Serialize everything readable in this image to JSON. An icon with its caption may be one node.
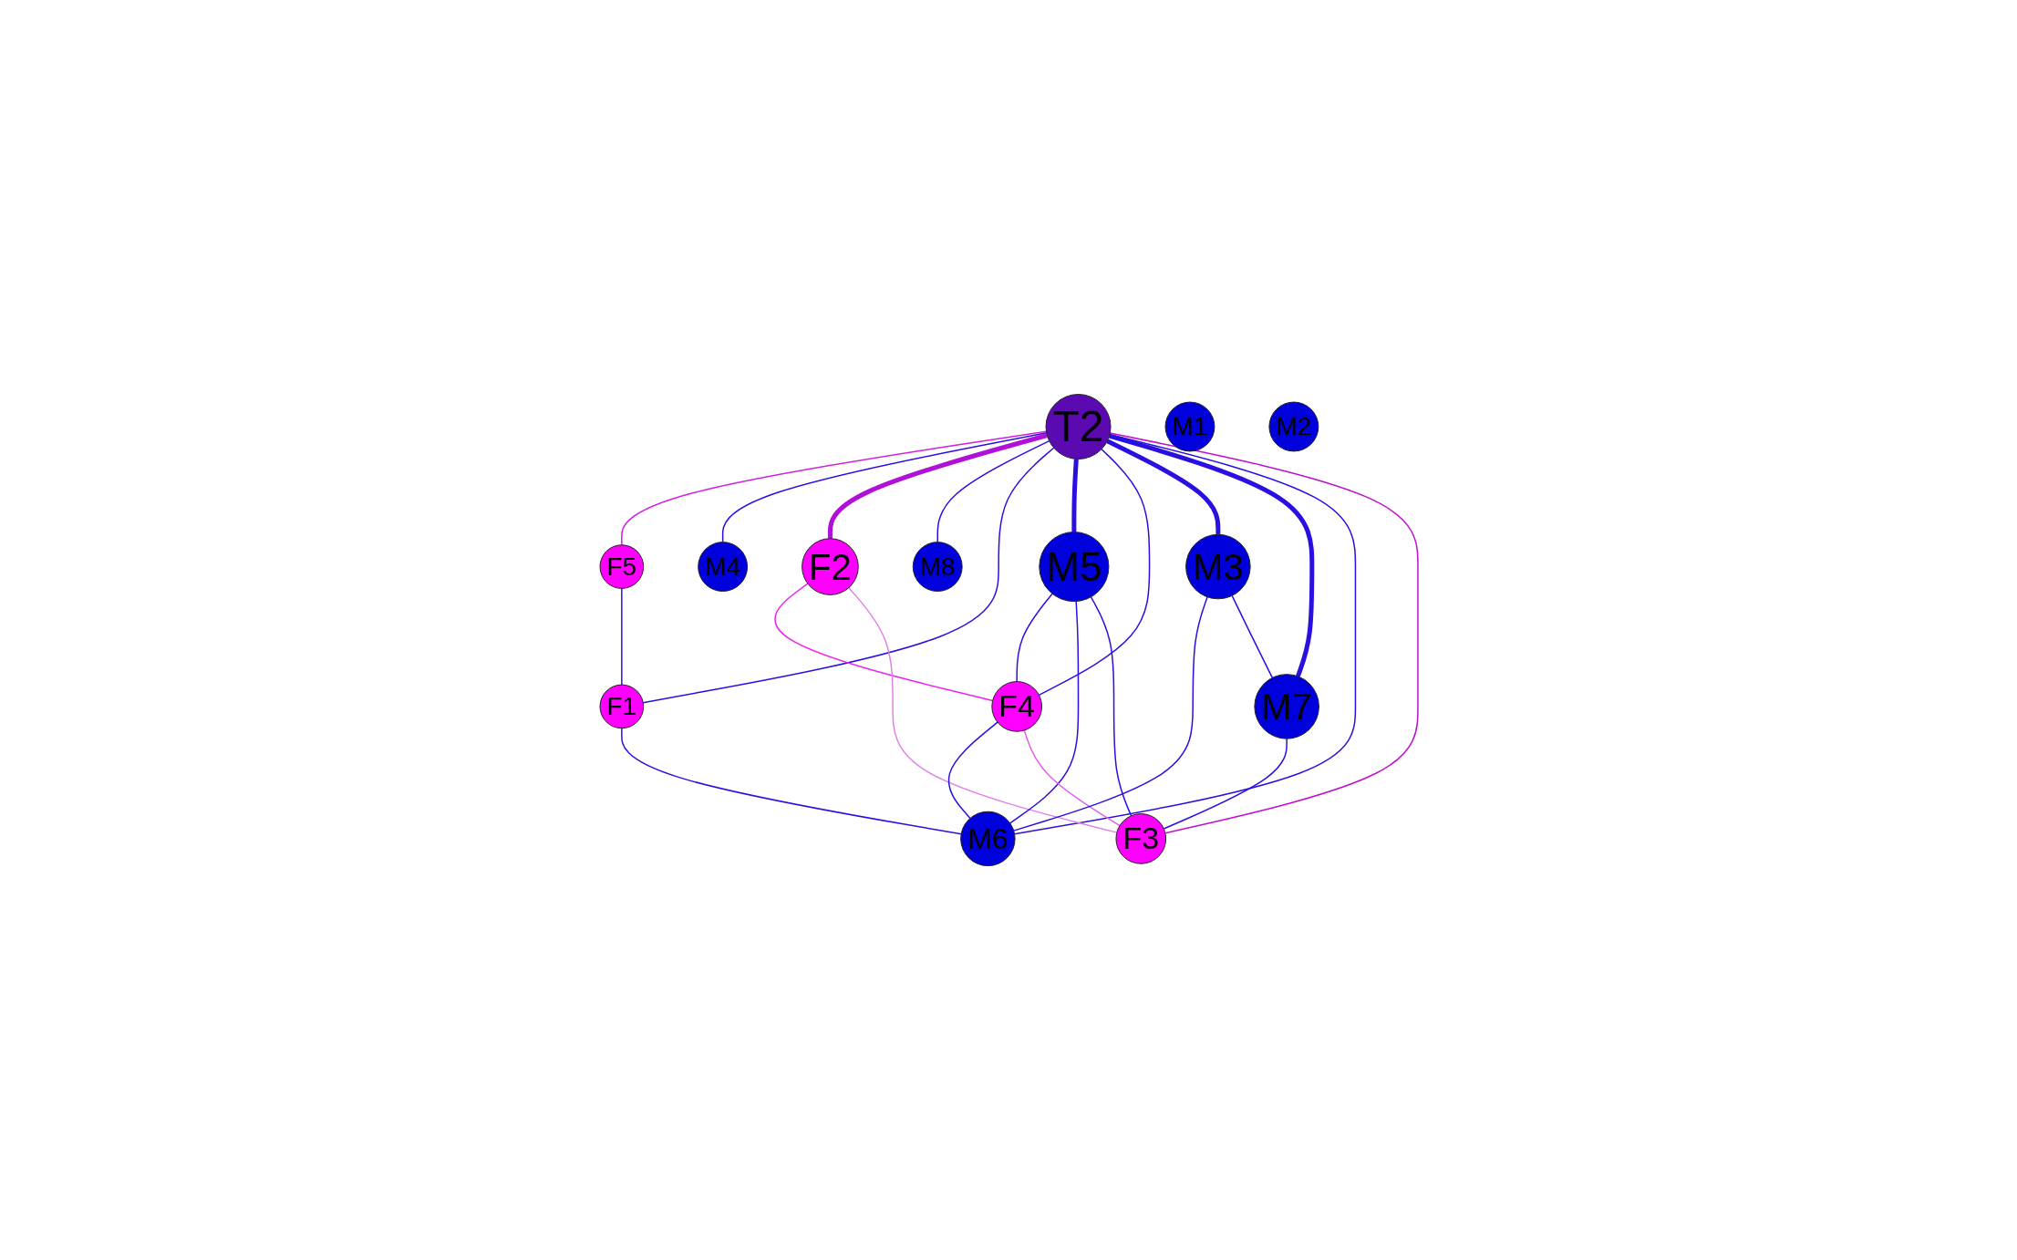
{
  "diagram": {
    "nodes": [
      {
        "text": [
          "T2"
        ]
      },
      {
        "text": [
          "F5"
        ]
      },
      {
        "text": [
          "M4"
        ]
      },
      {
        "text": [
          "F2"
        ]
      },
      {
        "text": [
          "M1"
        ]
      },
      {
        "text": [
          "F1"
        ]
      },
      {
        "text": [
          "M8"
        ]
      },
      {
        "text": [
          "M2"
        ]
      },
      {
        "text": [
          "F4"
        ]
      },
      {
        "text": [
          "M5"
        ]
      },
      {
        "text": [
          "M3"
        ]
      },
      {
        "text": [
          "M6"
        ]
      },
      {
        "text": [
          "M7"
        ]
      },
      {
        "text": [
          "F3"
        ]
      }
    ],
    "edges": [
      {
        "from": 0,
        "to": 1,
        "arrow": "none",
        "color": "#d020e0"
      },
      {
        "from": 0,
        "to": 2,
        "arrow": "none"
      },
      {
        "from": 0,
        "to": 3,
        "arrow": "none",
        "style": "thick",
        "color": "#b010d8"
      },
      {
        "from": 0,
        "to": 6,
        "arrow": "none"
      },
      {
        "from": 0,
        "to": 5,
        "arrow": "none"
      },
      {
        "from": 0,
        "to": 9,
        "arrow": "none",
        "style": "thick"
      },
      {
        "from": 0,
        "to": 8,
        "arrow": "none"
      },
      {
        "from": 0,
        "to": 10,
        "arrow": "none",
        "style": "thick"
      },
      {
        "from": 0,
        "to": 12,
        "arrow": "none",
        "style": "thick"
      },
      {
        "from": 0,
        "to": 11,
        "arrow": "none"
      },
      {
        "from": 0,
        "to": 13,
        "arrow": "none",
        "color": "#c010d0"
      },
      {
        "from": 1,
        "to": 5,
        "arrow": "none"
      },
      {
        "from": 3,
        "to": 8,
        "arrow": "none",
        "color": "#f020f0"
      },
      {
        "from": 3,
        "to": 13,
        "arrow": "none",
        "color": "#e080e8"
      },
      {
        "from": 9,
        "to": 8,
        "arrow": "none"
      },
      {
        "from": 9,
        "to": 11,
        "arrow": "none"
      },
      {
        "from": 8,
        "to": 11,
        "arrow": "none"
      },
      {
        "from": 5,
        "to": 11,
        "arrow": "none"
      },
      {
        "from": 8,
        "to": 13,
        "arrow": "none",
        "color": "#e060e8"
      },
      {
        "from": 9,
        "to": 13,
        "arrow": "none"
      },
      {
        "from": 10,
        "to": 11,
        "arrow": "none"
      },
      {
        "from": 10,
        "to": 12,
        "arrow": "none"
      },
      {
        "from": 12,
        "to": 13,
        "arrow": "none"
      }
    ]
  }
}
